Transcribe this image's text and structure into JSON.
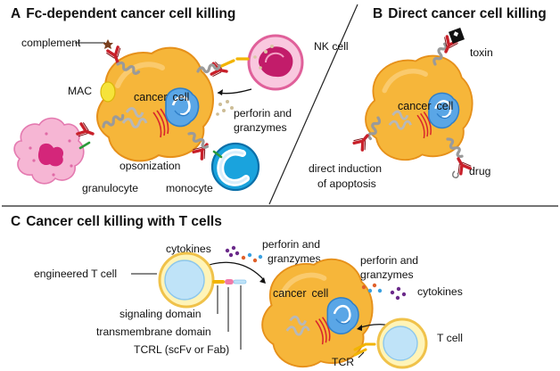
{
  "panels": {
    "a": {
      "letter": "A",
      "title": "Fc-dependent cancer cell killing"
    },
    "b": {
      "letter": "B",
      "title": "Direct cancer cell killing"
    },
    "c": {
      "letter": "C",
      "title": "Cancer cell killing with T cells"
    }
  },
  "labels": {
    "complement": "complement",
    "mac": "MAC",
    "nk_cell": "NK cell",
    "cancer": "cancer",
    "cell": "cell",
    "perforin_and": "perforin and",
    "granzymes": "granzymes",
    "opsonization": "opsonization",
    "granulocyte": "granulocyte",
    "monocyte": "monocyte",
    "toxin": "toxin",
    "direct_induction": "direct induction",
    "of_apoptosis": "of apoptosis",
    "drug": "drug",
    "cytokines": "cytokines",
    "engineered_t_cell": "engineered T cell",
    "signaling_domain": "signaling domain",
    "transmembrane_domain": "transmembrane domain",
    "tcrl": "TCRL (scFv or Fab)",
    "t_cell": "T cell",
    "tcr": "TCR"
  },
  "colors": {
    "cancer_fill": "#f6b63a",
    "cancer_edge": "#e6901a",
    "nucleus": "#5aa6e6",
    "antibody": "#c8202a",
    "receptor": "#9a9a9a",
    "nk_fill": "#f9c8df",
    "nk_edge": "#e0609a",
    "granulocyte": "#f6b6d4",
    "monocyte": "#1aa3dd",
    "t_cell_fill": "#fff4b8",
    "t_cell_edge": "#f0c24a"
  }
}
